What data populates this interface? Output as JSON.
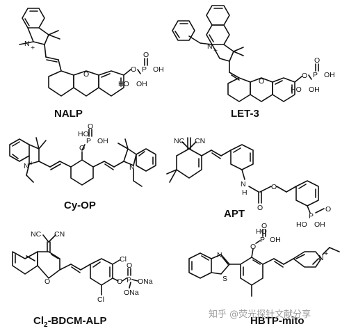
{
  "compounds": [
    {
      "name": "NALP"
    },
    {
      "name": "LET-3"
    },
    {
      "name": "Cy-OP"
    },
    {
      "name": "APT"
    },
    {
      "name": "Cl2-BDCM-ALP",
      "name_prefix": "Cl",
      "name_sub": "2",
      "name_suffix": "-BDCM-ALP"
    },
    {
      "name": "HBTP-mito"
    }
  ],
  "atom_labels": {
    "N": "N",
    "N_plus": "N",
    "plus": "+",
    "O": "O",
    "P": "P",
    "OH": "OH",
    "HO": "HO",
    "S": "S",
    "Cl": "Cl",
    "Na": "Na",
    "ONa": "ONa",
    "NH": "N",
    "H": "H",
    "NC": "NC",
    "CN": "CN"
  },
  "watermark": {
    "text": "知乎 @荧光探针文献分享"
  }
}
